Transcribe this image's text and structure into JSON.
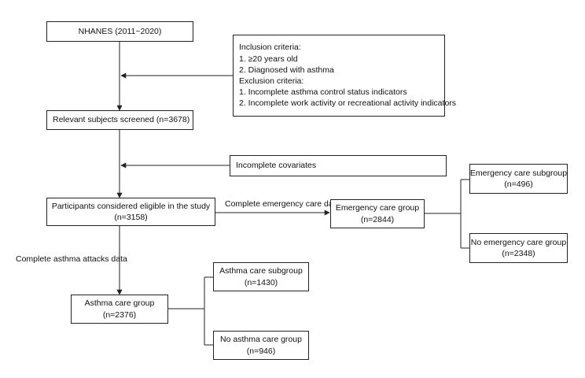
{
  "boxes": {
    "nhanes": "NHANES (2011~2020)",
    "criteria": {
      "inclusion_title": "Inclusion criteria:",
      "inclusion_1": "1. ≥20 years old",
      "inclusion_2": "2. Diagnosed with asthma",
      "exclusion_title": "Exclusion criteria:",
      "exclusion_1": "1. Incomplete asthma control status indicators",
      "exclusion_2": "2. Incomplete work activity or recreational activity indicators"
    },
    "screened": "Relevant subjects screened (n=3678)",
    "incomplete_covariates": "Incomplete covariates",
    "eligible": {
      "line1": "Participants considered eligible in the study",
      "line2": "(n=3158)"
    },
    "emergency_group": {
      "line1": "Emergency care group",
      "line2": "(n=2844)"
    },
    "emergency_subgroup": {
      "line1": "Emergency care subgroup",
      "line2": "(n=496)"
    },
    "no_emergency": {
      "line1": "No emergency care group",
      "line2": "(n=2348)"
    },
    "asthma_group": {
      "line1": "Asthma care group",
      "line2": "(n=2376)"
    },
    "asthma_subgroup": {
      "line1": "Asthma care subgroup",
      "line2": "(n=1430)"
    },
    "no_asthma": {
      "line1": "No asthma care group",
      "line2": "(n=946)"
    }
  },
  "labels": {
    "complete_emergency": "Complete emergency care data",
    "complete_asthma_attacks": "Complete asthma attacks data"
  },
  "colors": {
    "line": "#222222",
    "box_border": "#222222",
    "background": "#ffffff"
  }
}
